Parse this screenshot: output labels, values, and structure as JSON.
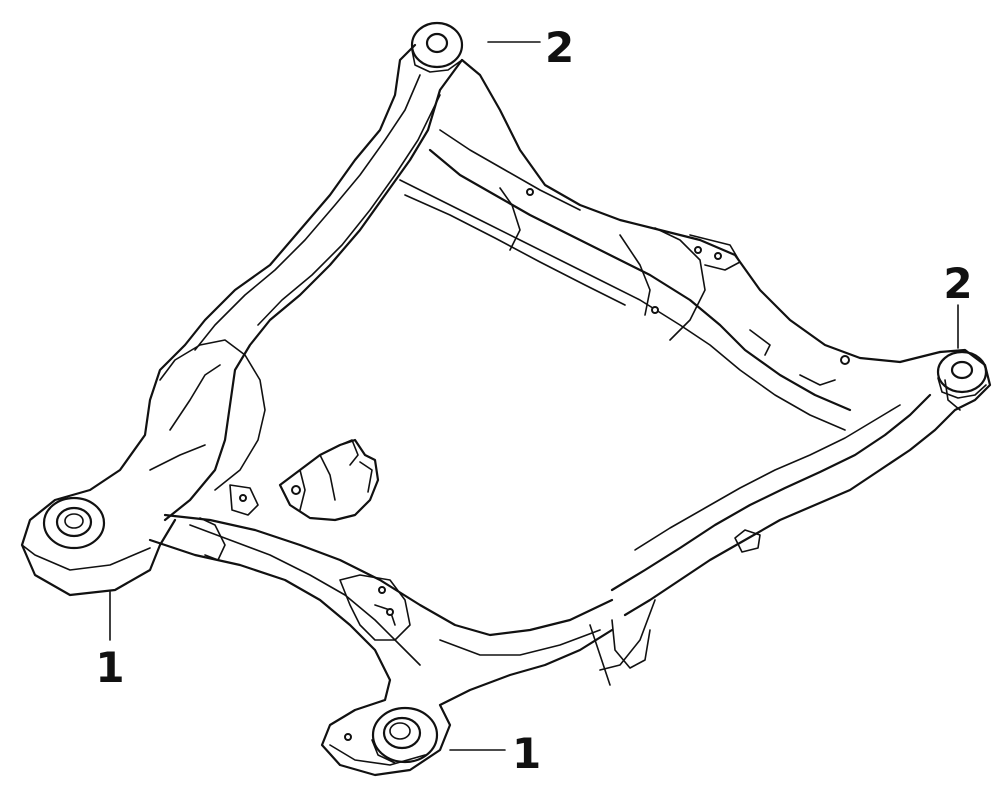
{
  "callouts": [
    {
      "id": "front-left-mount",
      "label": "1"
    },
    {
      "id": "front-right-mount",
      "label": "1"
    },
    {
      "id": "rear-left-mount",
      "label": "2"
    },
    {
      "id": "rear-right-mount",
      "label": "2"
    }
  ],
  "colors": {
    "line": "#111111",
    "background": "#ffffff"
  }
}
